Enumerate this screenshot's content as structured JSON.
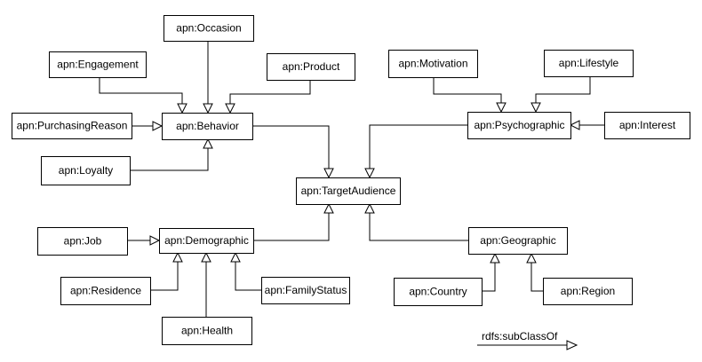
{
  "diagram": {
    "nodes": [
      {
        "id": "occasion",
        "label": "apn:Occasion"
      },
      {
        "id": "engagement",
        "label": "apn:Engagement"
      },
      {
        "id": "product",
        "label": "apn:Product"
      },
      {
        "id": "purchasingreason",
        "label": "apn:PurchasingReason"
      },
      {
        "id": "behavior",
        "label": "apn:Behavior"
      },
      {
        "id": "loyalty",
        "label": "apn:Loyalty"
      },
      {
        "id": "motivation",
        "label": "apn:Motivation"
      },
      {
        "id": "lifestyle",
        "label": "apn:Lifestyle"
      },
      {
        "id": "psychographic",
        "label": "apn:Psychographic"
      },
      {
        "id": "interest",
        "label": "apn:Interest"
      },
      {
        "id": "targetaudience",
        "label": "apn:TargetAudience"
      },
      {
        "id": "job",
        "label": "apn:Job"
      },
      {
        "id": "demographic",
        "label": "apn:Demographic"
      },
      {
        "id": "residence",
        "label": "apn:Residence"
      },
      {
        "id": "familystatus",
        "label": "apn:FamilyStatus"
      },
      {
        "id": "health",
        "label": "apn:Health"
      },
      {
        "id": "geographic",
        "label": "apn:Geographic"
      },
      {
        "id": "country",
        "label": "apn:Country"
      },
      {
        "id": "region",
        "label": "apn:Region"
      }
    ],
    "edges": [
      {
        "from": "engagement",
        "to": "behavior"
      },
      {
        "from": "occasion",
        "to": "behavior"
      },
      {
        "from": "product",
        "to": "behavior"
      },
      {
        "from": "purchasingreason",
        "to": "behavior"
      },
      {
        "from": "loyalty",
        "to": "behavior"
      },
      {
        "from": "behavior",
        "to": "targetaudience"
      },
      {
        "from": "motivation",
        "to": "psychographic"
      },
      {
        "from": "lifestyle",
        "to": "psychographic"
      },
      {
        "from": "interest",
        "to": "psychographic"
      },
      {
        "from": "psychographic",
        "to": "targetaudience"
      },
      {
        "from": "job",
        "to": "demographic"
      },
      {
        "from": "residence",
        "to": "demographic"
      },
      {
        "from": "health",
        "to": "demographic"
      },
      {
        "from": "familystatus",
        "to": "demographic"
      },
      {
        "from": "demographic",
        "to": "targetaudience"
      },
      {
        "from": "country",
        "to": "geographic"
      },
      {
        "from": "region",
        "to": "geographic"
      },
      {
        "from": "geographic",
        "to": "targetaudience"
      }
    ],
    "legend": {
      "label": "rdfs:subClassOf"
    }
  }
}
